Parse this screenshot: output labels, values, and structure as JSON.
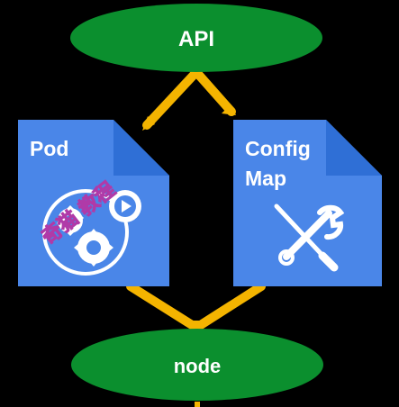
{
  "diagram": {
    "api_label": "API",
    "pod_label": "Pod",
    "configmap_label_line1": "Config",
    "configmap_label_line2": "Map",
    "node_label": "node",
    "watermark_text": "奇猫 教程"
  },
  "colors": {
    "background": "#000000",
    "ellipse_fill": "#0b8f2e",
    "card_fill": "#4a86e8",
    "card_fold": "#2f6fd6",
    "arrow": "#f4b400",
    "text": "#ffffff",
    "watermark": "#b03aa8"
  },
  "icons": {
    "pod_icon": "gears-with-play-icon",
    "configmap_icon": "wrench-screwdriver-icon"
  }
}
